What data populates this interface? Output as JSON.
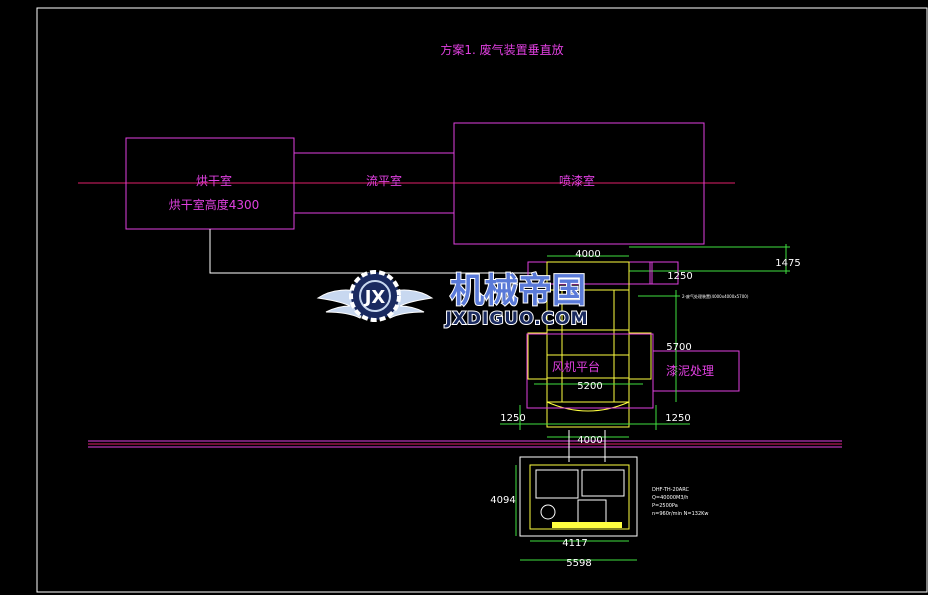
{
  "drawing": {
    "title": "方案1. 废气装置垂直放",
    "rooms": {
      "drying": "烘干室",
      "drying_height": "烘干室高度4300",
      "leveling": "流平室",
      "spray": "喷漆室",
      "fan_platform": "风机平台",
      "sludge": "漆泥处理"
    },
    "dimensions": {
      "top_width": "4000",
      "upper_height": "1250",
      "right_offset": "1475",
      "tower_height": "5700",
      "mid_width": "5200",
      "left_ext": "1250",
      "right_ext": "1250",
      "base_width": "4000",
      "unit_height": "4094",
      "unit_inner_width": "4117",
      "unit_width": "5598"
    },
    "annotations": {
      "leader_note": "2-废气处理装置(4000x4000x5700)",
      "spec_line1": "DHF-TH-20ARC",
      "spec_line2": "Q=40000M3/h",
      "spec_line3": "P=2500Pa",
      "spec_line4": "n=960r/min N=132Kw"
    },
    "watermark": {
      "name": "机械帝国",
      "domain": "JXDIGUO.COM"
    },
    "colors": {
      "frame": "#ffffff",
      "magenta": "#e040e0",
      "red": "#e0206a",
      "yellow": "#ffff40",
      "green": "#40e040",
      "cyan": "#40e0e0"
    }
  }
}
